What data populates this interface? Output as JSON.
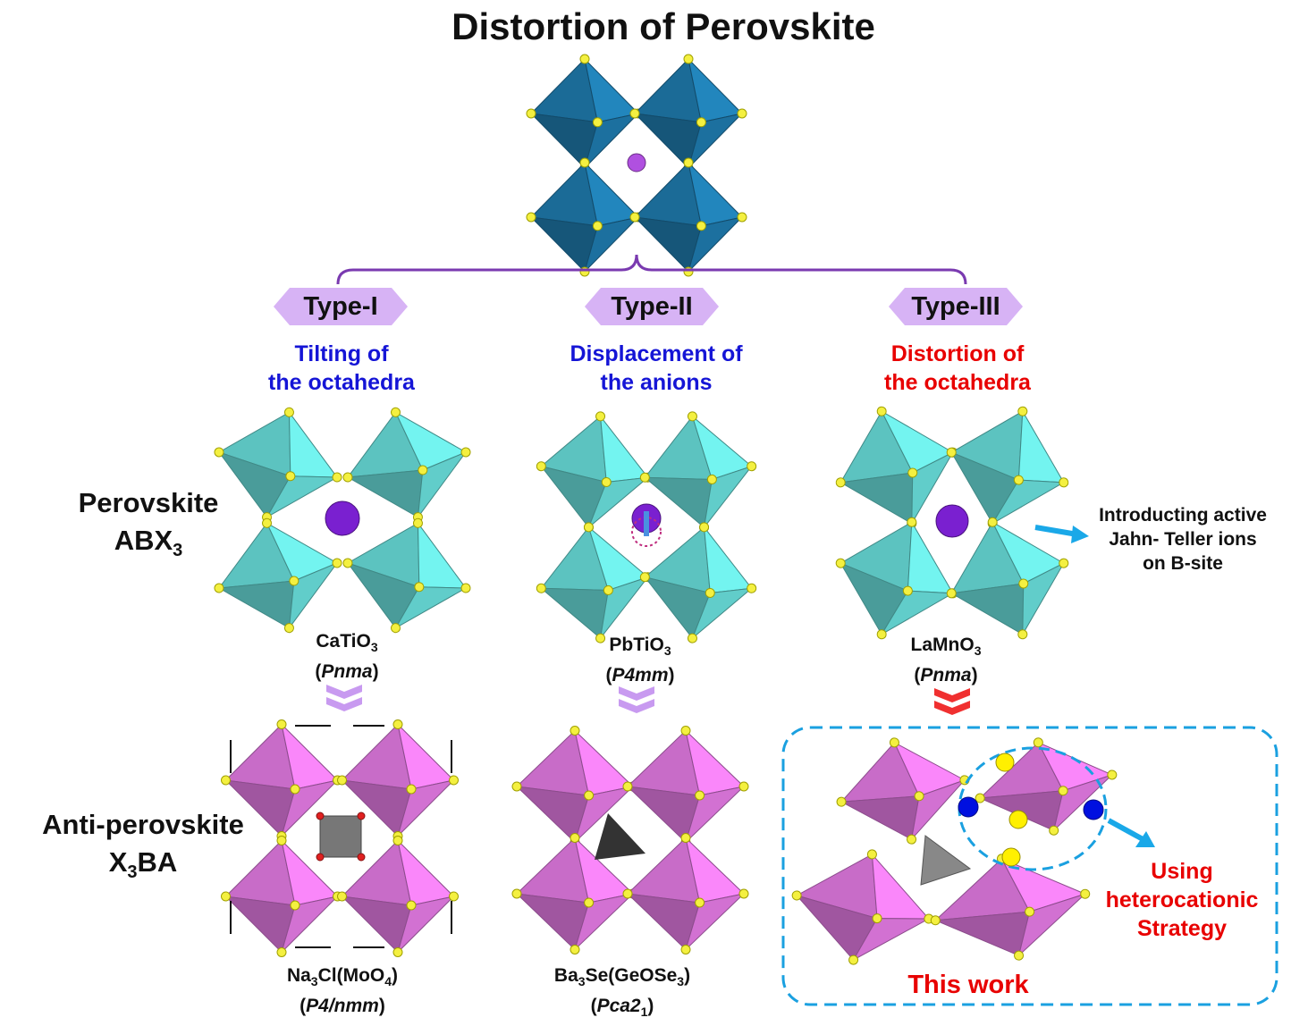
{
  "title": "Distortion of Perovskite",
  "types": [
    {
      "label": "Type-I",
      "line1": "Tilting of",
      "line2": "the octahedra"
    },
    {
      "label": "Type-II",
      "line1": "Displacement of",
      "line2": "the anions"
    },
    {
      "label": "Type-III",
      "line1": "Distortion of",
      "line2": "the octahedra"
    }
  ],
  "perovskite": {
    "line1": "Perovskite",
    "line2_main": "ABX",
    "line2_sub": "3"
  },
  "anti": {
    "line1": "Anti-perovskite",
    "line2_a": "X",
    "line2_sub": "3",
    "line2_b": "BA"
  },
  "row2_formulas": [
    {
      "a": "CaTiO",
      "sub": "3",
      "b": "",
      "group": "Pnma"
    },
    {
      "a": "PbTiO",
      "sub": "3",
      "b": "",
      "group": "P4mm"
    },
    {
      "a": "LaMnO",
      "sub": "3",
      "b": "",
      "group": "Pnma"
    }
  ],
  "row3_formulas": [
    {
      "a": "Na",
      "s1": "3",
      "b": "Cl(MoO",
      "s2": "4",
      "c": ")",
      "group": "P4/nmm"
    },
    {
      "a": "Ba",
      "s1": "3",
      "b": "Se(GeOSe",
      "s2": "3",
      "c": ")",
      "group_a": "Pca2",
      "group_sub": "1"
    }
  ],
  "jahn_teller_note": [
    "Introducting active",
    "Jahn- Teller ions",
    "on B-site"
  ],
  "strategy_note": [
    "Using",
    "heterocationic",
    "Strategy"
  ],
  "this_work": "This work",
  "colors": {
    "top": "#1b6b97",
    "teal": "#5cc3c0",
    "magenta": "#c86cc8",
    "accent_blue": "#1aa0e0",
    "red": "#e80000",
    "purple": "#7a3ab0"
  }
}
